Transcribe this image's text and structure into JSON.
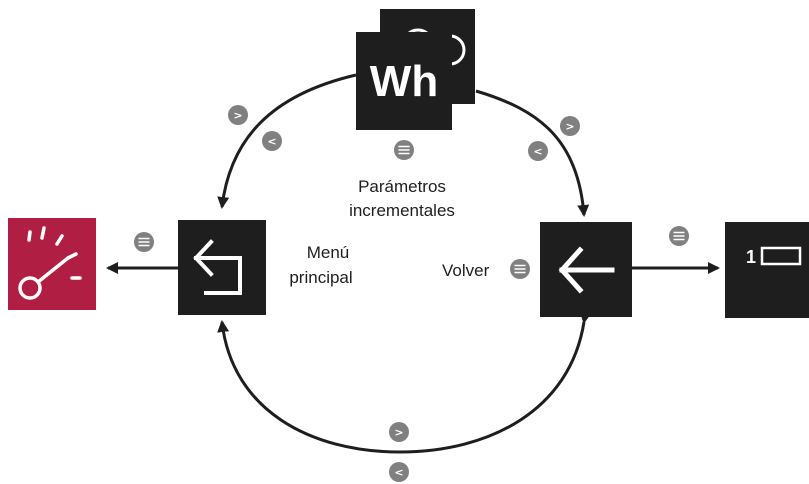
{
  "labels": {
    "incremental_line1": "Parámetros",
    "incremental_line2": "incrementales",
    "menu_line1": "Menú",
    "menu_line2": "principal",
    "back": "Volver"
  },
  "tiles": {
    "incremental": "Wh",
    "next_screen": "1"
  },
  "buttons": {
    "next": ">",
    "prev": "<"
  },
  "colors": {
    "tile": "#1e1e1e",
    "button": "#808080",
    "accent": "#b01e43"
  },
  "icons": {
    "menu_button": "menu-lines-icon",
    "home": "gauge-icon",
    "back_tile": "return-arrow-icon",
    "volver_tile": "left-arrow-icon"
  }
}
